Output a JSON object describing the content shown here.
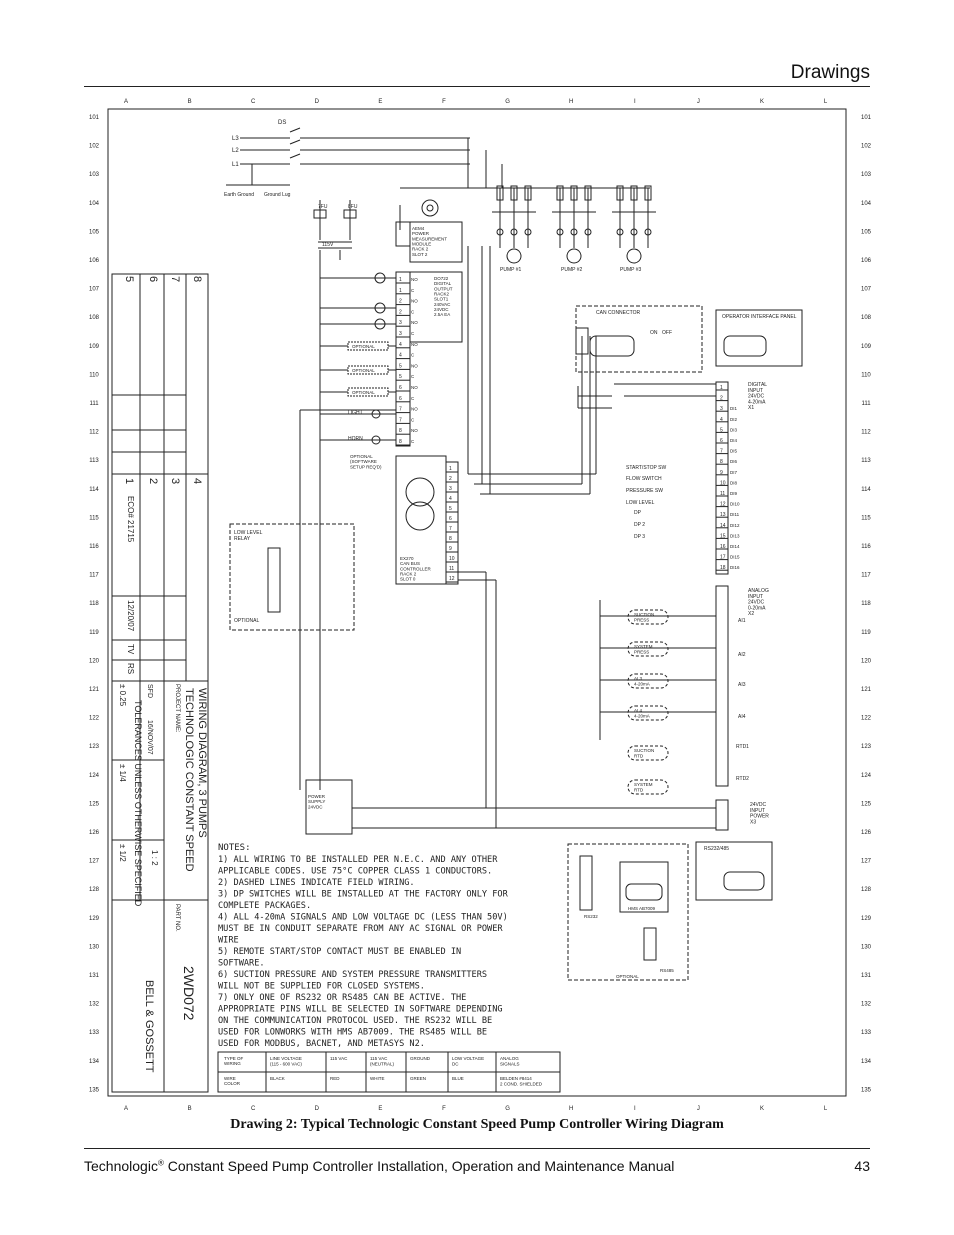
{
  "header": {
    "section": "Drawings"
  },
  "caption": "Drawing 2: Typical Technologic Constant Speed Pump Controller Wiring Diagram",
  "footer": {
    "brand": "Technologic",
    "reg": "®",
    "rest": " Constant Speed Pump Controller Installation, Operation and Maintenance Manual",
    "page": "43"
  },
  "columns": [
    "A",
    "B",
    "C",
    "D",
    "E",
    "F",
    "G",
    "H",
    "I",
    "J",
    "K",
    "L"
  ],
  "rows": [
    "101",
    "102",
    "103",
    "104",
    "105",
    "106",
    "107",
    "108",
    "109",
    "110",
    "111",
    "112",
    "113",
    "114",
    "115",
    "116",
    "117",
    "118",
    "119",
    "120",
    "121",
    "122",
    "123",
    "124",
    "125",
    "126",
    "127",
    "128",
    "129",
    "130",
    "131",
    "132",
    "133",
    "134",
    "135"
  ],
  "title_block": {
    "project_label": "PROJECT NAME:",
    "project_line1": "TECHNOLOGIC CONSTANT SPEED",
    "project_line2": "WIRING DIAGRAM, 3 PUMPS",
    "part_no_label": "PART NO.",
    "part_no": "2WD072",
    "company": "BELL & GOSSETT",
    "drawn_by": "SFD",
    "date": "16/NOV/07",
    "revision_ecn": "ECO# 21715",
    "revision_date": "12/20/07",
    "by": "TV",
    "app": "RS",
    "tolerances": "TOLERANCES UNLESS OTHERWISE SPECIFIED",
    "dec": "± 0.25",
    "frac": "± 1/4",
    "angle": "± 1/2",
    "scale": "1 : 2",
    "rev_numbers": [
      "1",
      "2",
      "3",
      "4",
      "5",
      "6",
      "7",
      "8"
    ]
  },
  "labels": {
    "ds": "DS",
    "l3": "L3",
    "l2": "L2",
    "l1": "L1",
    "earth_ground": "Earth Ground",
    "ground_lug": "Ground Lug",
    "fu7": "7FU",
    "fu8": "8FU",
    "v115": "115V",
    "aem": "AEM4\nPOWER\nMEASUREMENT\nMODULE\nRACK 2\nSLOT 2",
    "do": "DO722\nDIGITAL\nOUTPUT\nRACK2\nSLOT1\n240VAC\n24VDC\n2.5A EA",
    "can_conn": "CAN CONNECTOR",
    "op_panel": "OPERATOR INTERFACE PANEL",
    "on": "ON",
    "off": "OFF",
    "digital_input": "DIGITAL\nINPUT\n24VDC\n4-20mA\nX1",
    "analog_input": "ANALOG\nINPUT\n24VDC\n0-20mA\nX2",
    "vdc_input": "24VDC\nINPUT\nPOWER\nX3",
    "rs232_485": "RS232/485",
    "pump1": "PUMP #1",
    "pump2": "PUMP #2",
    "pump3": "PUMP #3",
    "low_level_relay": "LOW LEVEL\nRELAY",
    "optional": "OPTIONAL",
    "power_supply": "POWER\nSUPPLY\n24VDC",
    "ex270": "EX270\nCAN BUS\nCONTROLLER\nRACK 2\nSLOT 0",
    "hms": "HMS AB7009",
    "rs232": "RS232",
    "rs485": "RS485",
    "light": "LIGHT",
    "horn": "HORN",
    "software_setup": "OPTIONAL\n(SOFTWARE\nSETUP REQ'D)",
    "start_stop": "START/STOP SW",
    "flow_switch": "FLOW SWITCH",
    "pressure_sw": "PRESSURE SW",
    "low_level": "LOW LEVEL",
    "dp2": "DP 2",
    "dp3": "DP 3",
    "dp": "DP",
    "suction_press": "SUCTION\nPRESS",
    "system_press": "SYSTEM\nPRESS",
    "ai3": "AI 3\n4-20mA",
    "ai4": "AI 4\n4-20mA",
    "suction_rtd": "SUCTION\nRTD",
    "system_rtd": "SYSTEM\nRTD",
    "rtd1": "RTD1",
    "rtd2": "RTD2"
  },
  "notes_title": "NOTES:",
  "notes": [
    "1) ALL WIRING TO BE INSTALLED PER N.E.C. AND ANY OTHER",
    "APPLICABLE CODES.   USE 75°C COPPER CLASS 1 CONDUCTORS.",
    "2) DASHED LINES INDICATE FIELD WIRING.",
    "3) DP SWITCHES WILL BE INSTALLED AT THE FACTORY ONLY FOR",
    "COMPLETE PACKAGES.",
    "4) ALL 4-20mA SIGNALS AND LOW VOLTAGE DC (LESS THAN 50V)",
    "MUST BE IN CONDUIT SEPARATE FROM ANY AC SIGNAL OR POWER",
    "WIRE",
    "5) REMOTE START/STOP CONTACT MUST BE ENABLED IN",
    "SOFTWARE.",
    "6) SUCTION PRESSURE AND SYSTEM PRESSURE TRANSMITTERS",
    "WILL NOT BE SUPPLIED FOR CLOSED SYSTEMS.",
    "7) ONLY ONE OF RS232 OR RS485 CAN BE ACTIVE.   THE",
    "APPROPRIATE PINS WILL BE SELECTED IN SOFTWARE DEPENDING",
    "ON THE COMMUNICATION PROTOCOL USED.   THE RS232 WILL BE",
    "USED FOR LONWORKS WITH HMS AB7009.   THE RS485 WILL BE",
    "USED FOR MODBUS, BACNET, AND METASYS N2."
  ],
  "wire_table": {
    "type_label": "TYPE OF\nWIRING",
    "color_label": "WIRE\nCOLOR",
    "types": [
      "LINE VOLTAGE\n(115 - 600 VAC)",
      "115 VAC",
      "115 VAC\n(NEUTRAL)",
      "GROUND",
      "LOW VOLTAGE\nDC",
      "ANALOG\nSIGNALS"
    ],
    "colors": [
      "BLACK",
      "RED",
      "WHITE",
      "GREEN",
      "BLUE",
      "BELDEN #8414\n2 COND. SHIELDED"
    ]
  }
}
